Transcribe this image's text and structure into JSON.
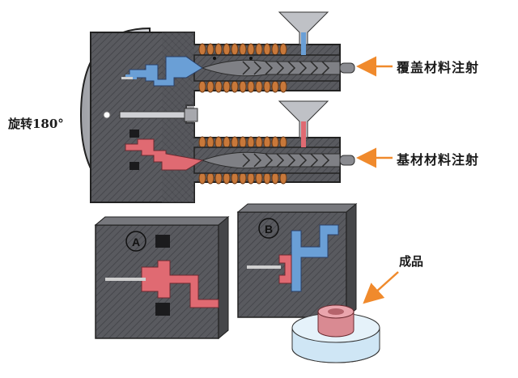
{
  "labels": {
    "rotate": "旋转180°",
    "cover_injection": "覆盖材料注射",
    "base_injection": "基材材料注射",
    "product": "成品",
    "mold_a": "A",
    "mold_b": "B"
  },
  "colors": {
    "steel": "#5c5d62",
    "steel_dark": "#3f4045",
    "cover_material": "#6a9fd6",
    "base_material": "#e06a72",
    "heater_coil": "#c8783a",
    "arrow": "#f08a2c",
    "product_ring": "#cfe6f5",
    "product_core": "#d98a92"
  }
}
